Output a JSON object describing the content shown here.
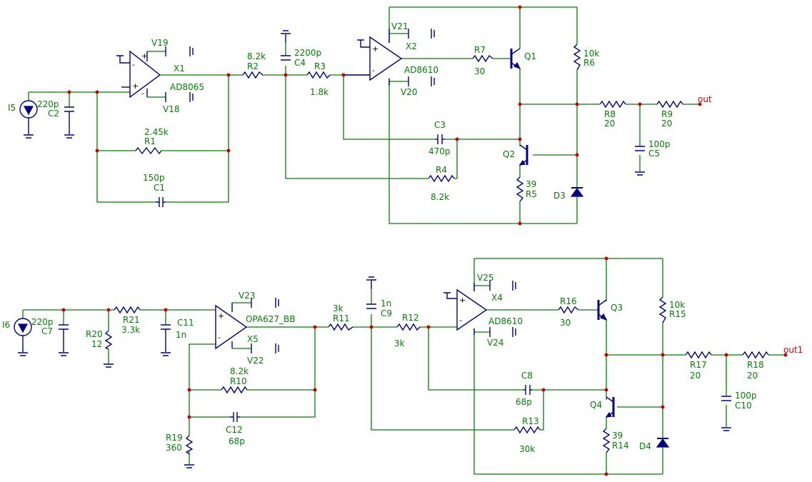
{
  "labels": {
    "I5": "I5",
    "C2v": "220p",
    "C2": "C2",
    "V19": "V19",
    "X1": "X1",
    "AD8065": "AD8065",
    "V18": "V18",
    "R1v": "2.45k",
    "R1": "R1",
    "C1v": "150p",
    "C1": "C1",
    "R2v": "8.2k",
    "R2": "R2",
    "C4v": "2200p",
    "C4": "C4",
    "R3": "R3",
    "R3v": "1.8k",
    "V21": "V21",
    "X2": "X2",
    "AD8610a": "AD8610",
    "V20": "V20",
    "R7": "R7",
    "R7v": "30",
    "Q1": "Q1",
    "R6v": "10k",
    "R6": "R6",
    "C3": "C3",
    "C3v": "470p",
    "R4": "R4",
    "R4v": "8.2k",
    "Q2": "Q2",
    "R5v": "39",
    "R5": "R5",
    "D3": "D3",
    "R8": "R8",
    "R8v": "20",
    "R9": "R9",
    "R9v": "20",
    "C5v": "100p",
    "C5": "C5",
    "out": "out",
    "I6": "I6",
    "C7v": "220p",
    "C7": "C7",
    "R21": "R21",
    "R21v": "3.3k",
    "R20": "R20",
    "R20v": "12",
    "C11": "C11",
    "C11v": "1n",
    "V23": "V23",
    "OPA627": "OPA627_BB",
    "X5": "X5",
    "V22": "V22",
    "R10v": "8.2k",
    "R10": "R10",
    "C12": "C12",
    "C12v": "68p",
    "R19": "R19",
    "R19v": "360",
    "R11v": "3k",
    "R11": "R11",
    "C9v": "1n",
    "C9": "C9",
    "R12": "R12",
    "R12v": "3k",
    "V25": "V25",
    "X4": "X4",
    "AD8610b": "AD8610",
    "V24": "V24",
    "R16": "R16",
    "R16v": "30",
    "Q3": "Q3",
    "R15v": "10k",
    "R15": "R15",
    "C8": "C8",
    "C8v": "68p",
    "R13": "R13",
    "R13v": "30k",
    "Q4": "Q4",
    "R14v": "39",
    "R14": "R14",
    "D4": "D4",
    "R17": "R17",
    "R17v": "20",
    "R18": "R18",
    "R18v": "20",
    "C10v": "100p",
    "C10": "C10",
    "out1": "out1"
  },
  "pin_marks": {
    "plus": "+",
    "minus": "-"
  }
}
